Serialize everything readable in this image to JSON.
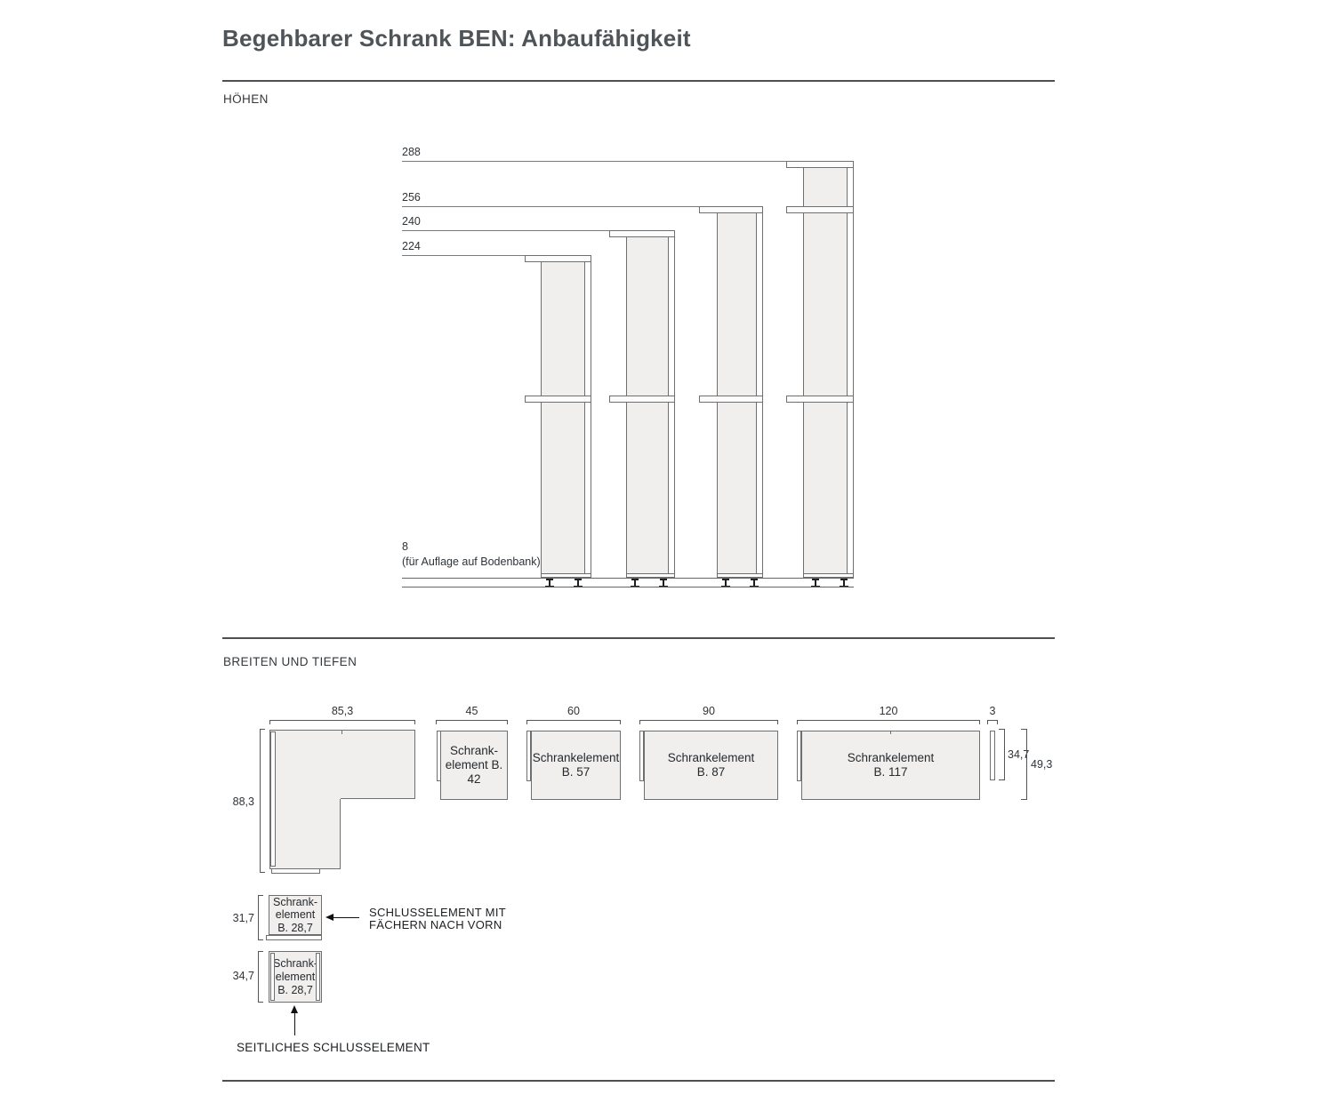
{
  "palette": {
    "fill": "#f0efee",
    "drawing_line": "#6f6f6f",
    "dimension_line": "#7a7a7a",
    "text": "#2c3034",
    "title": "#4f5458",
    "rule": "#4f4f4f"
  },
  "header": {
    "title": "Begehbarer Schrank BEN: Anbaufähigkeit"
  },
  "sections": {
    "heights": "HÖHEN",
    "widths": "BREITEN UND TIEFEN"
  },
  "heights": {
    "dim_288": "288",
    "dim_256": "256",
    "dim_240": "240",
    "dim_224": "224",
    "base_dim": "8",
    "base_note": "(für Auflage auf Bodenbank)"
  },
  "widths": {
    "corner": {
      "width": "85,3",
      "depth": "88,3"
    },
    "elements": [
      {
        "dim": "45",
        "line1": "Schrank-",
        "line2": "element B. 42"
      },
      {
        "dim": "60",
        "line1": "Schrankelement",
        "line2": "B. 57"
      },
      {
        "dim": "90",
        "line1": "Schrankelement",
        "line2": "B. 87"
      },
      {
        "dim": "120",
        "line1": "Schrankelement",
        "line2": "B. 117"
      }
    ],
    "side_panel": {
      "dim_width": "3",
      "dim_depth": "34,7",
      "dim_total": "49,3"
    },
    "closer_front": {
      "dim": "31,7",
      "line1": "Schrank-",
      "line2": "element",
      "line3": "B. 28,7",
      "note1": "SCHLUSSELEMENT MIT",
      "note2": "FÄCHERN NACH VORN"
    },
    "closer_side": {
      "dim": "34,7",
      "line1": "Schrank-",
      "line2": "element",
      "line3": "B. 28,7",
      "note": "SEITLICHES SCHLUSSELEMENT"
    }
  }
}
